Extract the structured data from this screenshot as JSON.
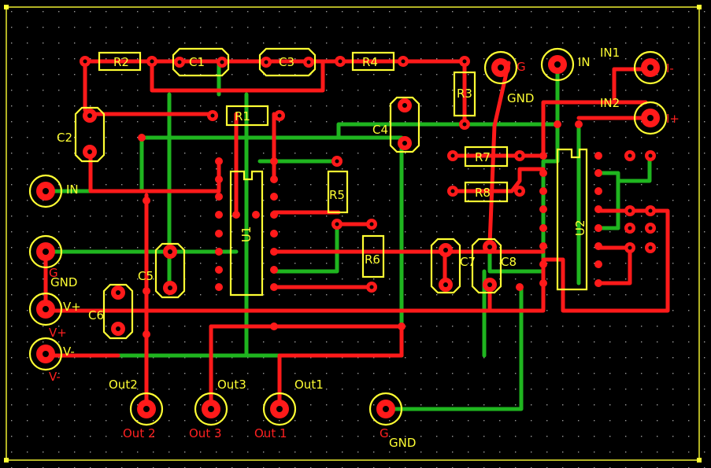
{
  "colors": {
    "background": "#000000",
    "grid": "#9a9a9a",
    "top_copper": "#ff1a1a",
    "bottom_copper": "#1fb51f",
    "silkscreen": "#ffff33",
    "pad": "#ff1a1a",
    "drill": "#000000"
  },
  "components": {
    "r1": "R1",
    "r2": "R2",
    "r3": "R3",
    "r4": "R4",
    "r5": "R5",
    "r6": "R6",
    "r7": "R7",
    "r8": "R8",
    "c1": "C1",
    "c2": "C2",
    "c3": "C3",
    "c4": "C4",
    "c5": "C5",
    "c6": "C6",
    "c7": "C7",
    "c8": "C8",
    "u1": "U1",
    "u2": "U2"
  },
  "connectors": {
    "in_left": "IN",
    "gnd_left": "GND",
    "vplus": "V+",
    "vminus": "V-",
    "gnd_top": "GND",
    "in_top": "IN",
    "in1": "IN1",
    "in2": "IN2",
    "out2": "Out2",
    "out3": "Out3",
    "out1": "Out1",
    "gnd_bottom": "GND"
  },
  "copper_labels": {
    "out2": "Out 2",
    "out3": "Out 3",
    "out1": "Out 1",
    "g_left": "G",
    "g_top": "G",
    "g_bottom": "G",
    "vplus": "V+",
    "vminus": "V-",
    "in1_mark": "I-",
    "in2_mark": "I+"
  }
}
